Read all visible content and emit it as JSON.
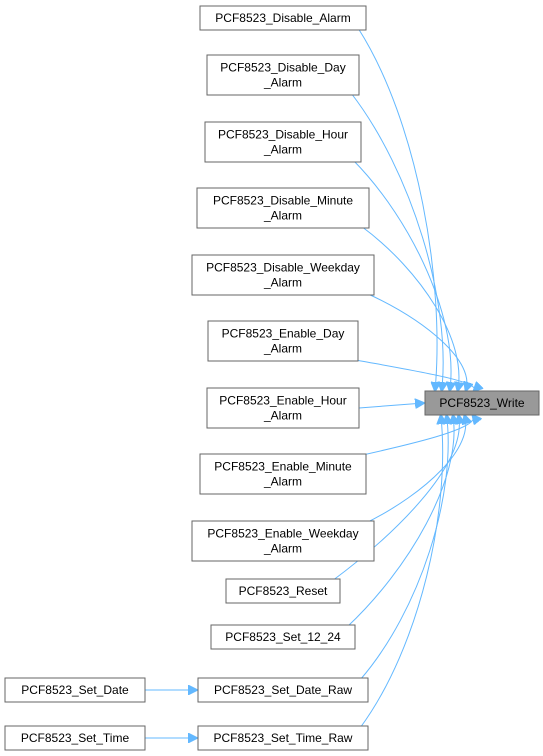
{
  "target": {
    "label": "PCF8523_Write"
  },
  "callers": [
    {
      "id": "disable-alarm",
      "lines": [
        "PCF8523_Disable_Alarm"
      ]
    },
    {
      "id": "disable-day-alarm",
      "lines": [
        "PCF8523_Disable_Day",
        "_Alarm"
      ]
    },
    {
      "id": "disable-hour-alarm",
      "lines": [
        "PCF8523_Disable_Hour",
        "_Alarm"
      ]
    },
    {
      "id": "disable-minute-alarm",
      "lines": [
        "PCF8523_Disable_Minute",
        "_Alarm"
      ]
    },
    {
      "id": "disable-weekday-alarm",
      "lines": [
        "PCF8523_Disable_Weekday",
        "_Alarm"
      ]
    },
    {
      "id": "enable-day-alarm",
      "lines": [
        "PCF8523_Enable_Day",
        "_Alarm"
      ]
    },
    {
      "id": "enable-hour-alarm",
      "lines": [
        "PCF8523_Enable_Hour",
        "_Alarm"
      ]
    },
    {
      "id": "enable-minute-alarm",
      "lines": [
        "PCF8523_Enable_Minute",
        "_Alarm"
      ]
    },
    {
      "id": "enable-weekday-alarm",
      "lines": [
        "PCF8523_Enable_Weekday",
        "_Alarm"
      ]
    },
    {
      "id": "reset",
      "lines": [
        "PCF8523_Reset"
      ]
    },
    {
      "id": "set-12-24",
      "lines": [
        "PCF8523_Set_12_24"
      ]
    },
    {
      "id": "set-date-raw",
      "lines": [
        "PCF8523_Set_Date_Raw"
      ]
    },
    {
      "id": "set-time-raw",
      "lines": [
        "PCF8523_Set_Time_Raw"
      ]
    }
  ],
  "second_level": [
    {
      "id": "set-date",
      "lines": [
        "PCF8523_Set_Date"
      ],
      "calls": "set-date-raw"
    },
    {
      "id": "set-time",
      "lines": [
        "PCF8523_Set_Time"
      ],
      "calls": "set-time-raw"
    }
  ],
  "colors": {
    "edge": "#63b8ff",
    "node_border": "#666666",
    "node_fill": "#ffffff",
    "target_fill": "#999999",
    "target_border": "#666666",
    "text": "#000000"
  }
}
